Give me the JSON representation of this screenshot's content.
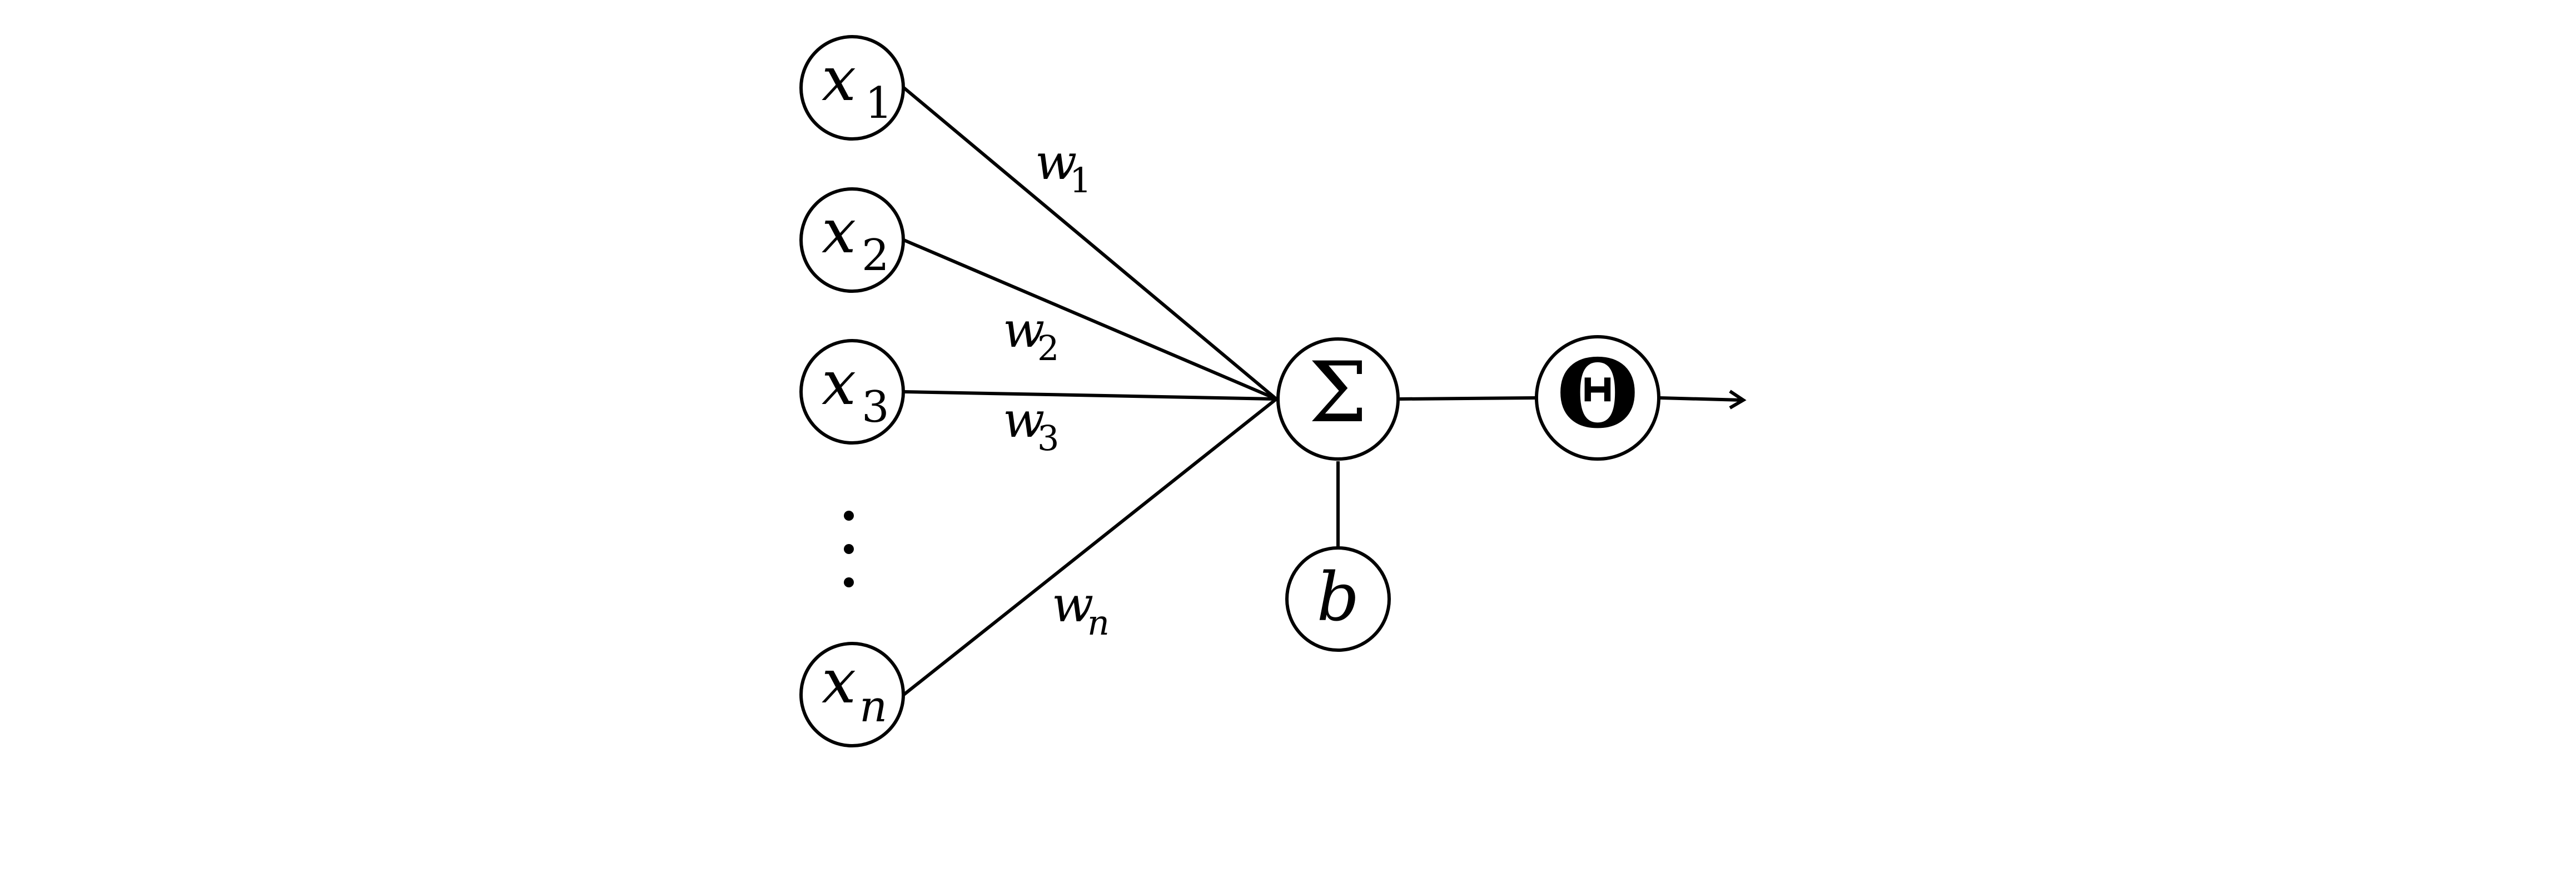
{
  "inputs": [
    {
      "symbol": "x",
      "subscript": "1"
    },
    {
      "symbol": "x",
      "subscript": "2"
    },
    {
      "symbol": "x",
      "subscript": "3"
    },
    {
      "symbol": "x",
      "subscript": "n"
    }
  ],
  "weights": [
    {
      "symbol": "w",
      "subscript": "1"
    },
    {
      "symbol": "w",
      "subscript": "2"
    },
    {
      "symbol": "w",
      "subscript": "3"
    },
    {
      "symbol": "w",
      "subscript": "n"
    }
  ],
  "sum_node": {
    "symbol": "Σ"
  },
  "bias_node": {
    "symbol": "b"
  },
  "activation_node": {
    "symbol": "Θ"
  }
}
